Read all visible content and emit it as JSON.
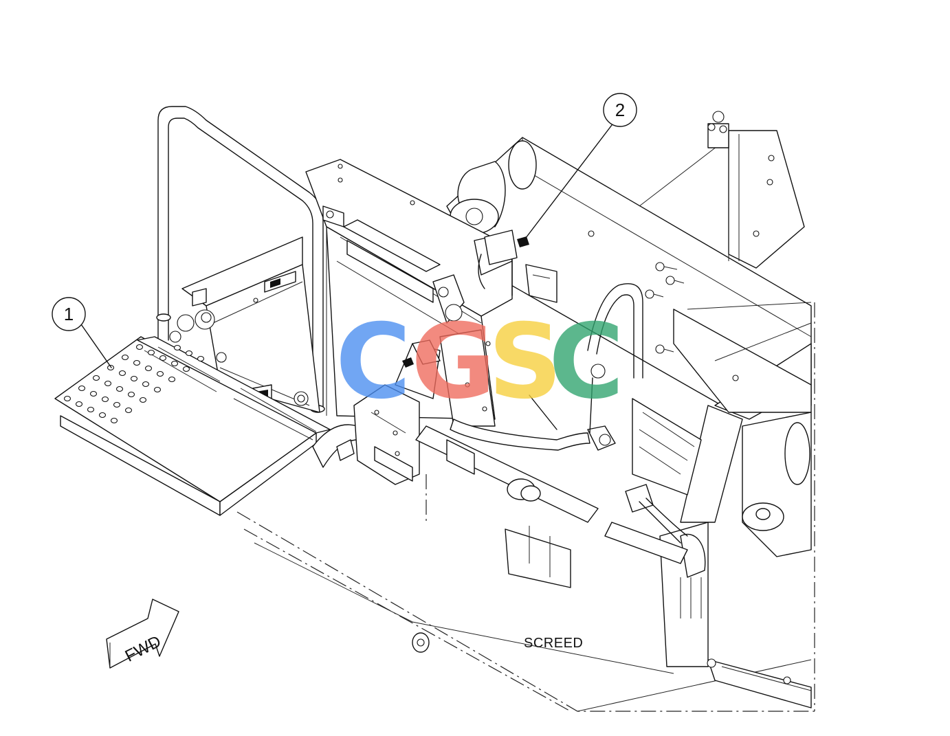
{
  "callouts": [
    {
      "label": "1"
    },
    {
      "label": "2"
    }
  ],
  "labels": {
    "screed": "SCREED",
    "fwd": "FWD"
  },
  "watermark": {
    "letters": [
      "C",
      "G",
      "S",
      "C"
    ],
    "colors": [
      "#4a8ef0",
      "#ef6a5c",
      "#f7cf3c",
      "#2fa36e"
    ]
  }
}
